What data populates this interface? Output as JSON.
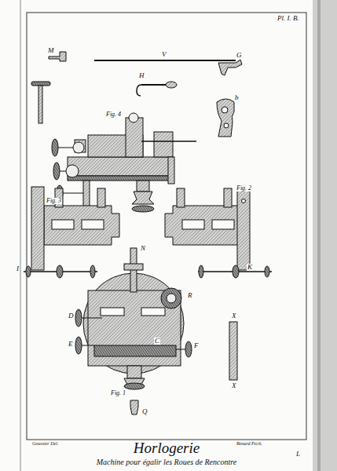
{
  "diagram": {
    "title": "Horlogerie",
    "caption": "Machine pour égalir les Roues de Rencontre",
    "labels": [
      "Pl. I. B.",
      "V",
      "G",
      "H",
      "b",
      "M",
      "Fig. 4",
      "Fig. 2",
      "Fig. 3",
      "Fig. 1",
      "N",
      "C",
      "D",
      "E",
      "F",
      "R",
      "K",
      "I",
      "X",
      "X",
      "Q",
      "Goussier Del.",
      "Benard Fecit.",
      "L"
    ]
  }
}
